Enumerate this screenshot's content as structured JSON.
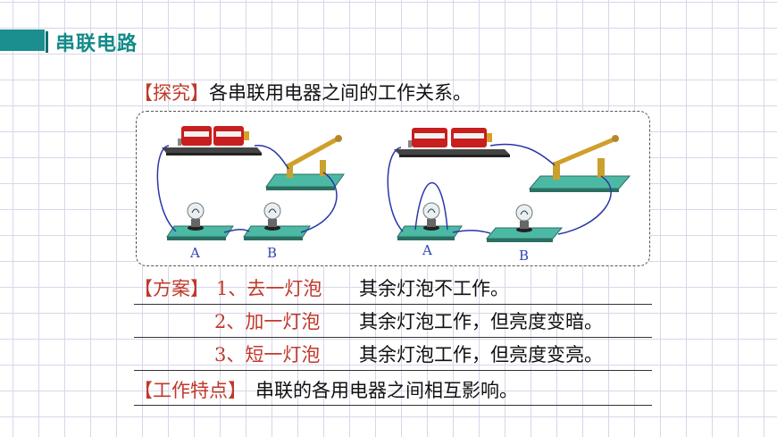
{
  "header": {
    "title": "串联电路"
  },
  "intro": {
    "tag": "【探究】",
    "text": "各串联用电器之间的工作关系。"
  },
  "figure": {
    "left_circuit": {
      "bulb_labels": [
        "A",
        "B"
      ]
    },
    "right_circuit": {
      "bulb_labels": [
        "A",
        "B"
      ]
    }
  },
  "plan": {
    "tag": "【方案】",
    "items": [
      {
        "action": "1、去一灯泡",
        "result": "其余灯泡不工作。"
      },
      {
        "action": "2、加一灯泡",
        "result": "其余灯泡工作，但亮度变暗。"
      },
      {
        "action": "3、短一灯泡",
        "result": "其余灯泡工作，但亮度变亮。"
      }
    ]
  },
  "feature": {
    "tag": "【工作特点】",
    "text": "串联的各用电器之间相互影响。"
  },
  "colors": {
    "accent": "#1b8f8f",
    "red": "#c0392b",
    "wire": "#2a36a8",
    "label": "#2f46b8"
  }
}
